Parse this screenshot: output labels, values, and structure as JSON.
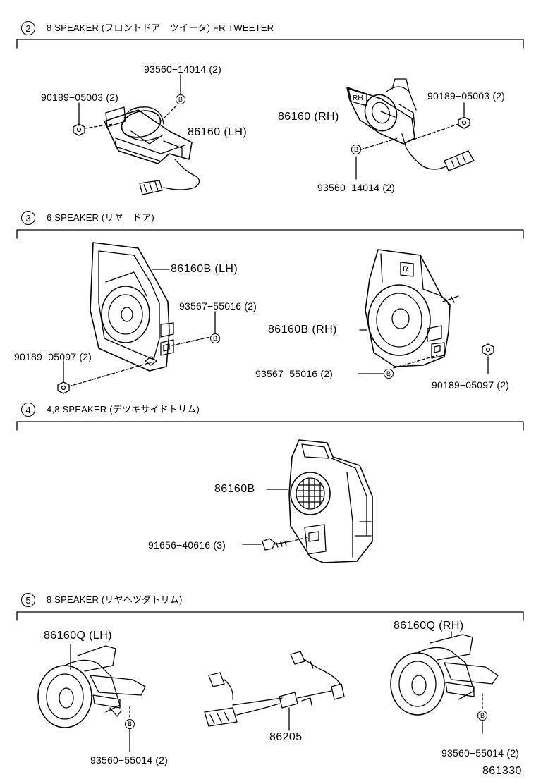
{
  "sections": [
    {
      "num": "2",
      "title": "8 SPEAKER (フロントドア　ツイータ) FR TWEETER"
    },
    {
      "num": "3",
      "title": "6 SPEAKER (リヤ　ドア)"
    },
    {
      "num": "4",
      "title": "4,8 SPEAKER (デツキサイドトリム)"
    },
    {
      "num": "5",
      "title": "8 SPEAKER (リヤヘツダトリム)"
    }
  ],
  "callout_marker": "B",
  "labels": {
    "s2_screw_lh": "93560−14014 (2)",
    "s2_nut_lh": "90189−05003 (2)",
    "s2_tweeter_lh": "86160 (LH)",
    "s2_tweeter_rh": "86160 (RH)",
    "s2_nut_rh": "90189−05003 (2)",
    "s2_screw_rh": "93560−14014 (2)",
    "s2_rh_mark": "RH",
    "s3_speaker_lh": "86160B (LH)",
    "s3_screw_lh": "93567−55016 (2)",
    "s3_nut_lh": "90189−05097 (2)",
    "s3_speaker_rh": "86160B (RH)",
    "s3_screw_rh": "93567−55016 (2)",
    "s3_nut_rh": "90189−05097 (2)",
    "s3_r_mark": "R",
    "s4_speaker": "86160B",
    "s4_bolt": "91656−40616 (3)",
    "s5_speaker_lh": "86160Q (LH)",
    "s5_harness": "86205",
    "s5_speaker_rh": "86160Q (RH)",
    "s5_screw_lh": "93560−55014 (2)",
    "s5_screw_rh": "93560−55014 (2)"
  },
  "figure_id": "861330"
}
